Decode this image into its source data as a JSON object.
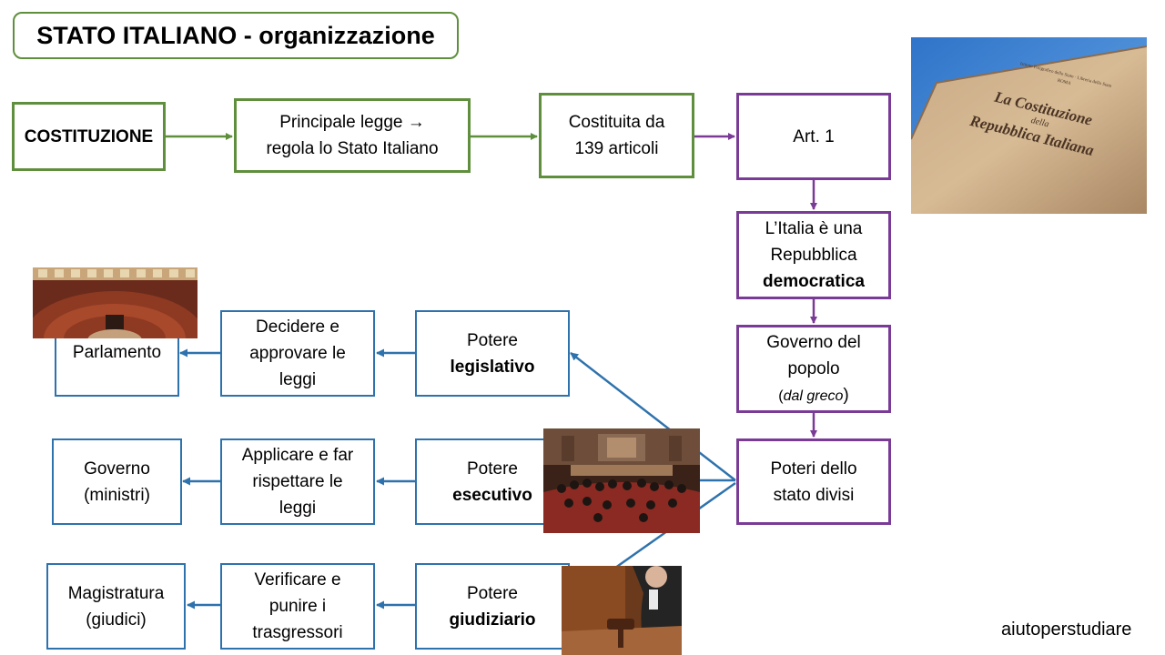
{
  "title": "STATO ITALIANO - organizzazione",
  "nodes": {
    "costituzione": "COSTITUZIONE",
    "principale_legge": [
      "Principale legge →",
      "regola lo Stato Italiano"
    ],
    "costituita": [
      "Costituita da",
      "139 articoli"
    ],
    "art1": "Art. 1",
    "italia": [
      "L’Italia è una",
      "Repubblica",
      "democratica"
    ],
    "governo_popolo": [
      "Governo del",
      "popolo",
      "dal greco"
    ],
    "poteri_divisi": [
      "Poteri dello",
      "stato divisi"
    ],
    "potere_legislativo": [
      "Potere",
      "legislativo"
    ],
    "potere_esecutivo": [
      "Potere",
      "esecutivo"
    ],
    "potere_giudiziario": [
      "Potere",
      "giudiziario"
    ],
    "decidere": [
      "Decidere e",
      "approvare le",
      "leggi"
    ],
    "applicare": [
      "Applicare e far",
      "rispettare le",
      "leggi"
    ],
    "verificare": [
      "Verificare e",
      "punire i",
      "trasgressori"
    ],
    "parlamento": "Parlamento",
    "governo_ministri": [
      "Governo",
      "(ministri)"
    ],
    "magistratura": [
      "Magistratura",
      "(giudici)"
    ]
  },
  "book_cover": {
    "header": "Istituto Poligrafico dello Stato · Libreria dello Stato",
    "city": "ROMA",
    "line1": "La Costituzione",
    "line2": "della",
    "line3": "Repubblica Italiana"
  },
  "watermark": "aiutoperstudiare",
  "colors": {
    "green": "#5f8f3d",
    "purple": "#7a3b96",
    "blue": "#2e72ad"
  }
}
